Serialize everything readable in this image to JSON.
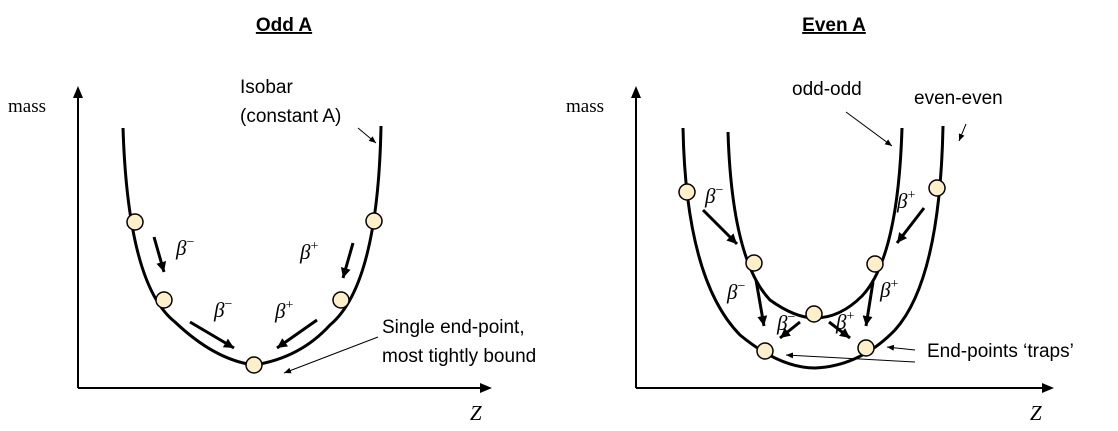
{
  "panels": {
    "odd": {
      "title": "Odd A",
      "y_axis_label": "mass",
      "x_axis_label": "Z",
      "isobar_label_line1": "Isobar",
      "isobar_label_line2": "(constant A)",
      "endpoint_label_line1": "Single end-point,",
      "endpoint_label_line2": "most tightly bound",
      "beta_minus": "β",
      "beta_minus_sup": "−",
      "beta_plus": "β",
      "beta_plus_sup": "+"
    },
    "even": {
      "title": "Even A",
      "y_axis_label": "mass",
      "x_axis_label": "Z",
      "odd_odd_label": "odd-odd",
      "even_even_label": "even-even",
      "traps_label": "End-points ‘traps’",
      "beta_minus": "β",
      "beta_minus_sup": "−",
      "beta_plus": "β",
      "beta_plus_sup": "+"
    }
  },
  "colors": {
    "nucleus_fill": "#fdf0c8",
    "line": "#000000"
  }
}
